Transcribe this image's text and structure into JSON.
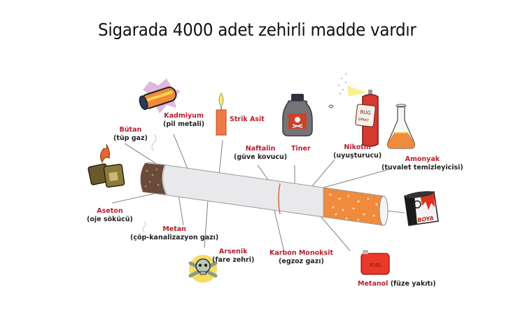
{
  "title": "Sigarada 4000 adet zehirli madde vardır",
  "colors": {
    "label_name": "#b81e2c",
    "label_desc": "#222222",
    "filter": "#f08a3c",
    "paper": "#e8e8ea"
  },
  "substances": [
    {
      "id": "kadmiyum",
      "name": "Kadmiyum",
      "desc": "(pil metali)",
      "icon": "battery-icon"
    },
    {
      "id": "butan",
      "name": "Bütan",
      "desc": "(tüp gaz)",
      "icon": "lighter-icon"
    },
    {
      "id": "strik-asit",
      "name": "Strik Asit",
      "desc": "",
      "icon": "candle-icon"
    },
    {
      "id": "naftalin",
      "name": "Naftalin",
      "desc": "(güve kovucu)",
      "icon": ""
    },
    {
      "id": "tiner",
      "name": "Tiner",
      "desc": "",
      "icon": "poison-bottle-icon"
    },
    {
      "id": "nikotin",
      "name": "Nikotin",
      "desc": "(uyuşturucu)",
      "icon": "bug-spray-icon"
    },
    {
      "id": "amonyak",
      "name": "Amonyak",
      "desc": "(tuvalet temizleyicisi)",
      "icon": "flask-icon"
    },
    {
      "id": "aseton",
      "name": "Aseton",
      "desc": "(oje sökücü)",
      "icon": ""
    },
    {
      "id": "metan",
      "name": "Metan",
      "desc": "(çöp-kanalizazyon gazı)",
      "icon": ""
    },
    {
      "id": "arsenik",
      "name": "Arsenik",
      "desc": "(fare zehri)",
      "icon": "skull-crossbones-icon"
    },
    {
      "id": "karbon-monoksit",
      "name": "Karbon Monoksit",
      "desc": "(egzoz gazı)",
      "icon": ""
    },
    {
      "id": "metanol",
      "name": "Metanol",
      "desc": "(füze yakıtı)",
      "icon": "fuel-can-icon"
    },
    {
      "id": "boya",
      "name": "",
      "desc": "",
      "icon": "paint-can-icon",
      "icon_text": "BOYA"
    }
  ],
  "icon_text": {
    "bug_spray": "BUG SPRAY",
    "fuel": "FUEL",
    "paint": "BOYA"
  }
}
